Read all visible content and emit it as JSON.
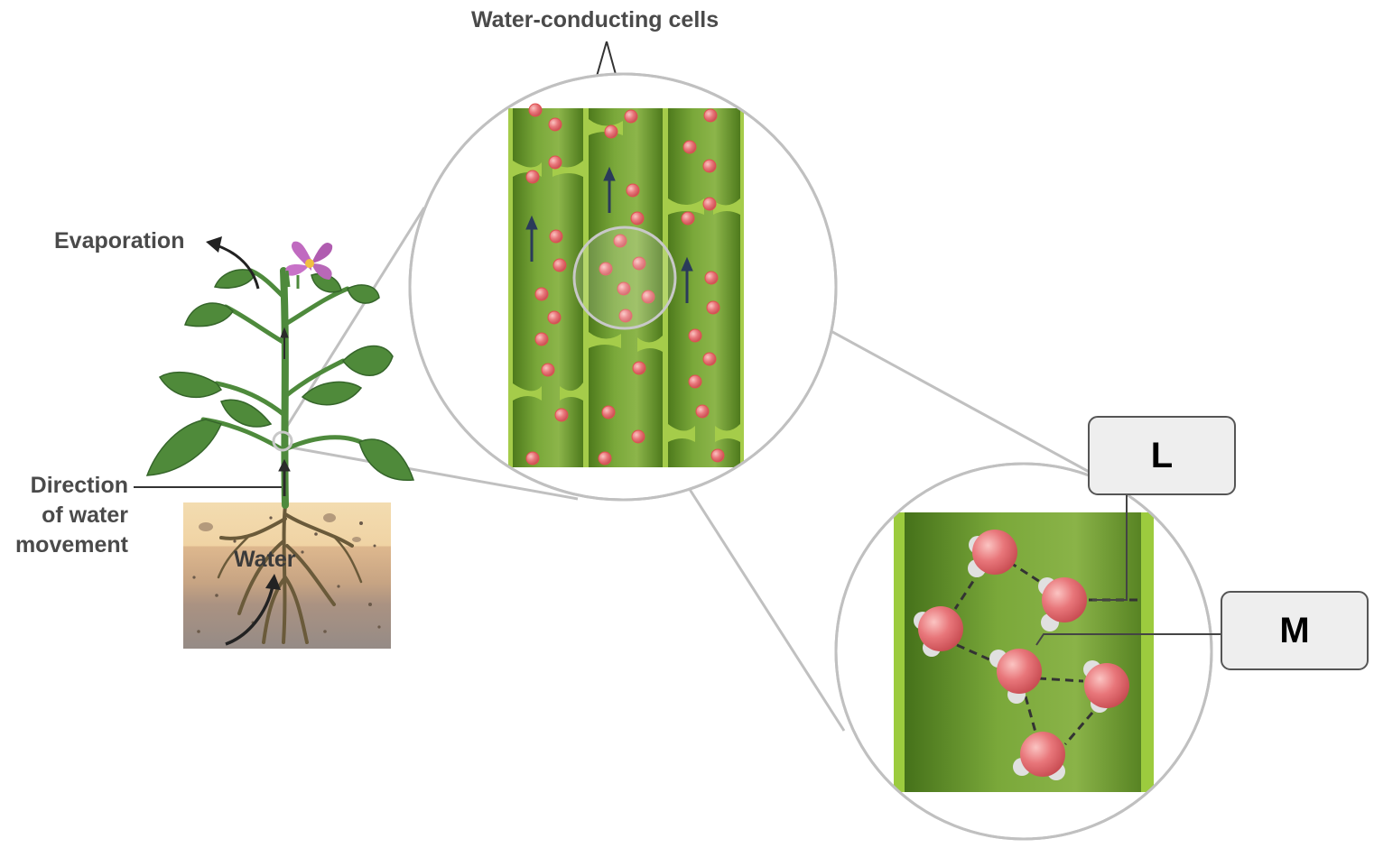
{
  "labels": {
    "title": "Water-conducting cells",
    "evaporation": "Evaporation",
    "direction_line1": "Direction",
    "direction_line2": "of water",
    "direction_line3": "movement",
    "water": "Water",
    "box_l": "L",
    "box_m": "M"
  },
  "colors": {
    "cell_green": "#7aa83a",
    "cell_dark_green": "#4e7a1c",
    "cell_light_green": "#a5cc4a",
    "water_molecule": "#e8767a",
    "zoom_outline": "#c0c0c0",
    "flower": "#c06ac0",
    "leaf": "#4f8a3a",
    "soil_top": "#f3dcb0",
    "soil_mid": "#c7a483",
    "soil_bottom": "#9a9089"
  },
  "icons": {
    "upward_arrow": "arrow-up-icon",
    "hydrogen_bond": "dashed-line"
  }
}
